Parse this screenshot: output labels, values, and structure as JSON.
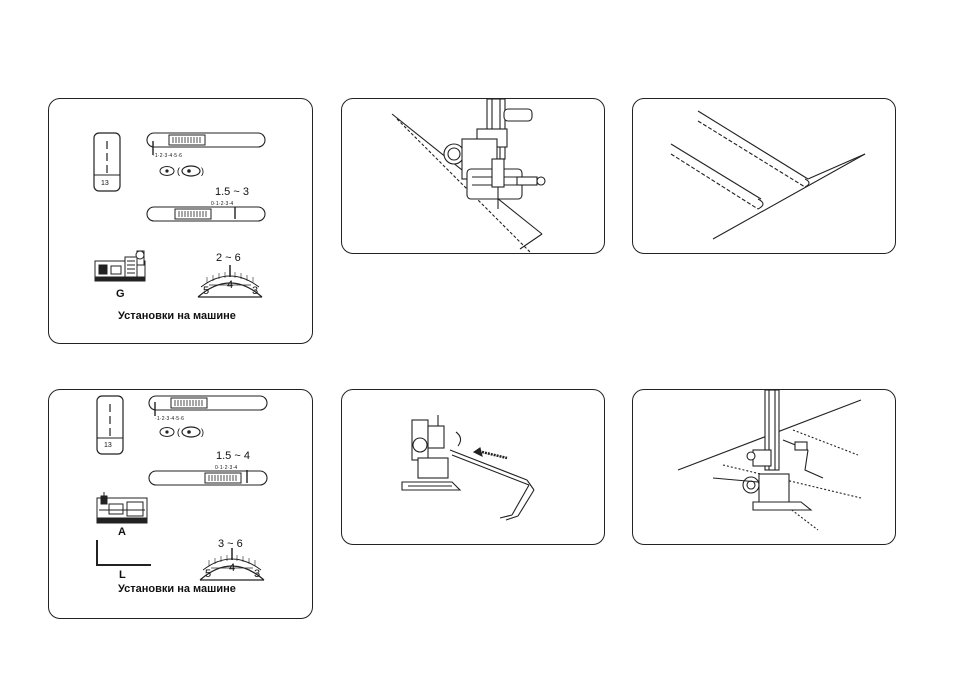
{
  "settings_panel_1": {
    "stitch_code": "13",
    "length_range": "1.5 ~ 3",
    "tension_range": "2 ~ 6",
    "tension_dial": {
      "left": "5",
      "center": "4",
      "right": "3"
    },
    "foot_label": "G",
    "width_scale": "·1·2·3·4·5·6",
    "length_scale": "0·1·2·3·4",
    "caption": "Установки на машине"
  },
  "settings_panel_2": {
    "stitch_code": "13",
    "length_range": "1.5 ~ 4",
    "tension_range": "3 ~ 6",
    "tension_dial": {
      "left": "5",
      "center": "4",
      "right": "3"
    },
    "foot_label": "A",
    "tool_label": "L",
    "width_scale": "·1·2·3·4·5·6",
    "length_scale": "0·1·2·3·4",
    "caption": "Установки на машине"
  }
}
